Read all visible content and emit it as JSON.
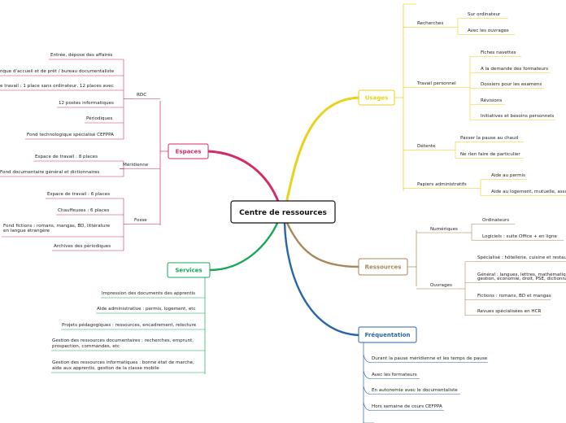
{
  "central": {
    "label": "Centre de ressources"
  },
  "branches": {
    "usages": {
      "label": "Usages",
      "color": "#e8d21a",
      "recherches": {
        "label": "Recherches",
        "items": [
          "Sur ordinateur",
          "Avec les ouvrages"
        ]
      },
      "travail": {
        "label": "Travail personnel",
        "items": [
          "Fiches navettes",
          "A la demande des formateurs",
          "Dossiers pour les examens",
          "Révisions",
          "Initiatives et besoins personnels"
        ]
      },
      "detente": {
        "label": "Détente",
        "items": [
          "Passer la pause au chaud",
          "Ne rien faire de particulier"
        ]
      },
      "papiers": {
        "label": "Papiers administratifs",
        "items": [
          "Aide au permis",
          "Aide au logement, mutuelle, assu"
        ]
      }
    },
    "ressources": {
      "label": "Ressources",
      "color": "#a8875a",
      "numeriques": {
        "label": "Numériques",
        "items": [
          "Ordinateurs",
          "Logiciels : suite Office + en ligne"
        ]
      },
      "ouvrages": {
        "label": "Ouvrages",
        "items": [
          "Spécialisé : hôtellerie, cuisine et restau",
          "Général : langues, lettres, mathématiqu",
          "gestion, économie, droit, PSE, dictionna",
          "Fictions : romans, BD et mangas",
          "Revues spécialisées en HCR"
        ]
      }
    },
    "frequentation": {
      "label": "Fréquentation",
      "color": "#2a64a8",
      "items": [
        "Durant la pause méridienne et les temps de pause",
        "Avec les formateurs",
        "En autonomie avec le documentaliste",
        "Hors semaine de cours CEFPPA"
      ]
    },
    "services": {
      "label": "Services",
      "color": "#18a558",
      "items": [
        [
          "Impression des documents des apprentis"
        ],
        [
          "Aide administrative : permis, logement, etc"
        ],
        [
          "Projets pédagogiques : ressources, encadrement, relecture"
        ],
        [
          "Gestion des ressources documentaires : recherches, emprunt,",
          "prospection, commandes, etc"
        ],
        [
          "Gestion des ressources informatiques : bonne état de marche,",
          "aide aux apprentis, gestion de la classe mobile"
        ]
      ]
    },
    "espaces": {
      "label": "Espaces",
      "color": "#d42a6a",
      "rdc": {
        "label": "RDC",
        "items": [
          [
            "Entrée, dépose des affaires"
          ],
          [
            "nque d'accueil et de prêt / bureau documentaliste"
          ],
          [
            "e travail : 1 place sans ordinateur, 12 places avec"
          ],
          [
            "12 postes informatiques"
          ],
          [
            "Périodiques"
          ],
          [
            "Fond technologique spécialisé CEFPPA"
          ]
        ]
      },
      "meridienne": {
        "label": "Méridienne",
        "items": [
          [
            "Espace de travail : 8 places"
          ],
          [
            "Fond documentaire général et dictionnaires"
          ]
        ]
      },
      "fosse": {
        "label": "Fosse",
        "items": [
          [
            "Espace de travail : 6 places"
          ],
          [
            "Chauffeuses : 6 places"
          ],
          [
            "Fond fictions : romans, mangas, BD, littérature",
            "en langue étrangère"
          ],
          [
            "Archives des périodiques"
          ]
        ]
      }
    }
  }
}
